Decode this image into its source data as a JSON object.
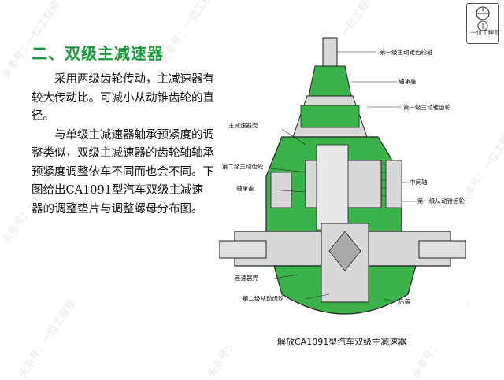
{
  "slide": {
    "title": "二、双级主减速器",
    "paragraph1": "采用两级齿轮传动，主减速器有较大传动比。可减小从动锥齿轮的直径。",
    "paragraph2": "与单级主减速器轴承预紧度的调整类似，双级主减速器的齿轮轴轴承预紧度调整依车不同而也会不同。下图给出CA1091型汽车双级主减速器的调整垫片与调整螺母分布图。"
  },
  "figure": {
    "caption": "解放CA1091型汽车双级主减速器",
    "labels": {
      "first_drive_bevel_shaft": "第一级主动锥齿轮轴",
      "bearing_seat": "轴承座",
      "first_driven_bevel_gear": "第一级主动锥齿轮",
      "reducer_housing": "主减速器壳",
      "second_drive_gear": "第二级主动齿轮",
      "bearing_cover": "轴承盖",
      "intermediate_shaft": "中间轴",
      "first_driven_gear": "第一级从动锥齿轮",
      "differential_housing": "差速器壳",
      "second_driven_gear": "第二级从动齿轮",
      "rear_cover": "后盖"
    }
  },
  "brand": {
    "name": "一位工程师"
  },
  "watermark": {
    "text": "头条号：一位工程师"
  },
  "colors": {
    "title": "#1a9a3a",
    "highlight": "#3cb34a",
    "metal": "#d8d8d8"
  }
}
